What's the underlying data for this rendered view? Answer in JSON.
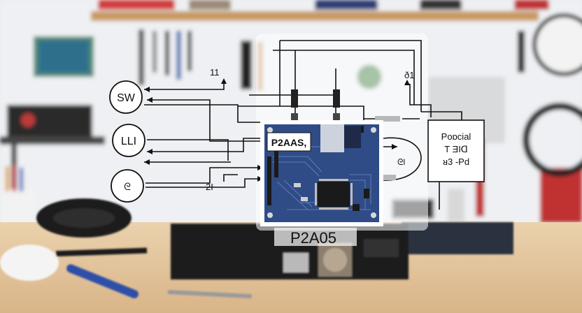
{
  "diagram": {
    "left_labels": [
      "SW",
      "LLI",
      "ᘓ"
    ],
    "pin_labels": {
      "top_left": "11",
      "bottom_left": "2I",
      "top_right": "ð1",
      "side_right": "ᘓl"
    },
    "board_label": "P2AAS,",
    "board_caption": "P2A05",
    "right_box_lines": [
      "Poɒcial",
      "T ƎIᗡ",
      "ᴚ3 -Pd"
    ]
  },
  "colors": {
    "board": "#2f4c86",
    "wire": "#111111",
    "desk": "#e2c49a",
    "wall": "#eef0f3"
  }
}
